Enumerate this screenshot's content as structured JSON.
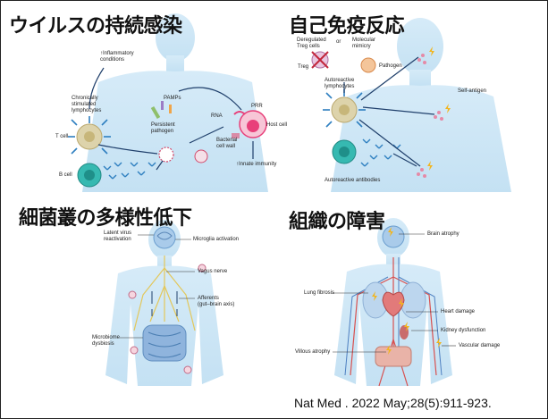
{
  "panels": {
    "viral_persistence": {
      "title": "ウイルスの持続感染",
      "labels": {
        "inflammatory": "↑Inflammatory\nconditions",
        "chronically": "Chronically\nstimulated\nlymphocytes",
        "pamps": "PAMPs",
        "persistent": "Persistent\npathogen",
        "prr": "PRR",
        "rna": "RNA",
        "host_cell": "Host cell",
        "bacterial": "Bacterial\ncell wall",
        "innate": "↑Innate immunity",
        "t_cell": "T cell",
        "b_cell": "B cell"
      }
    },
    "autoimmunity": {
      "title": "自己免疫反応",
      "labels": {
        "dereg": "Deregulated\nTreg cells",
        "or": "or",
        "molecular": "Molecular\nmimicry",
        "treg": "Treg",
        "pathogen": "Pathogen",
        "autoreactive_lymph": "Autoreactive\nlymphocytes",
        "self_antigen": "Self-antigen",
        "autoreactive_ab": "Autoreactive antibodies"
      }
    },
    "dysbiosis": {
      "title": "細菌叢の多様性低下",
      "labels": {
        "latent": "Latent virus\nreactivation",
        "microglia": "Microglia activation",
        "vagus": "Vagus nerve",
        "afferents": "Afferents\n(gut–brain axis)",
        "microbiome": "Microbiome\ndysbiosis"
      }
    },
    "tissue_damage": {
      "title": "組織の障害",
      "labels": {
        "brain": "Brain atrophy",
        "lung": "Lung fibrosis",
        "heart": "Heart damage",
        "kidney": "Kidney dysfunction",
        "villous": "Villous atrophy",
        "vascular": "Vascular damage"
      }
    }
  },
  "citation": "Nat Med . 2022 May;28(5):911-923.",
  "colors": {
    "silhouette": "#cfe6f5",
    "silhouette_dark": "#b9d9ef",
    "tcell": "#d8cfa8",
    "bcell": "#2fb6b0",
    "host": "#e8407a",
    "lightning": "#f2b51e"
  }
}
